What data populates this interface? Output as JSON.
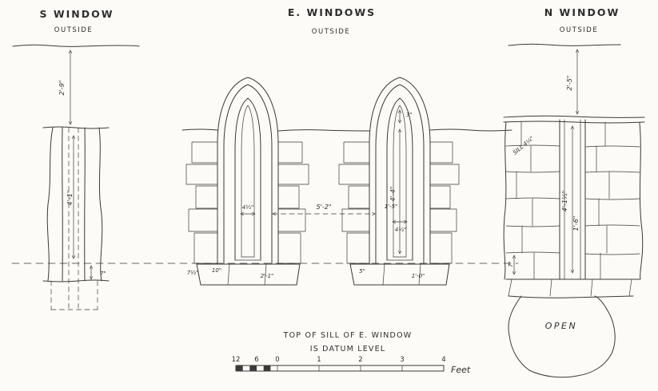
{
  "south": {
    "title": "S WINDOW",
    "subtitle": "OUTSIDE",
    "dim_top": "2'-9\"",
    "dim_height": "4'-1\"",
    "dim_sill": "7\""
  },
  "east": {
    "title": "E. WINDOWS",
    "subtitle": "OUTSIDE",
    "dim_left_width": "4½\"",
    "dim_between": "5'-2\"",
    "dim_right_width": "1'-5\"",
    "dim_right_width2": "4½\"",
    "dim_right_height": "4'-4\"",
    "dim_apex": "3\"",
    "sill_dims": [
      "7½\"",
      "10\"",
      "2'-1\"",
      "5\"",
      "1'-0\""
    ]
  },
  "north": {
    "title": "N WINDOW",
    "subtitle": "OUTSIDE",
    "dim_top": "2'-5\"",
    "sill_note": "SILL 4¼\"",
    "dim_height": "4'-1½\"",
    "dim_width": "1'-6\"",
    "dim_small": "7\"",
    "open_label": "OPEN"
  },
  "notes": {
    "line1": "TOP OF SILL OF E. WINDOW",
    "line2": "IS DATUM LEVEL"
  },
  "scale": {
    "ticks": [
      "12",
      "6",
      "0",
      "1",
      "2",
      "3",
      "4"
    ],
    "unit": "Feet"
  }
}
